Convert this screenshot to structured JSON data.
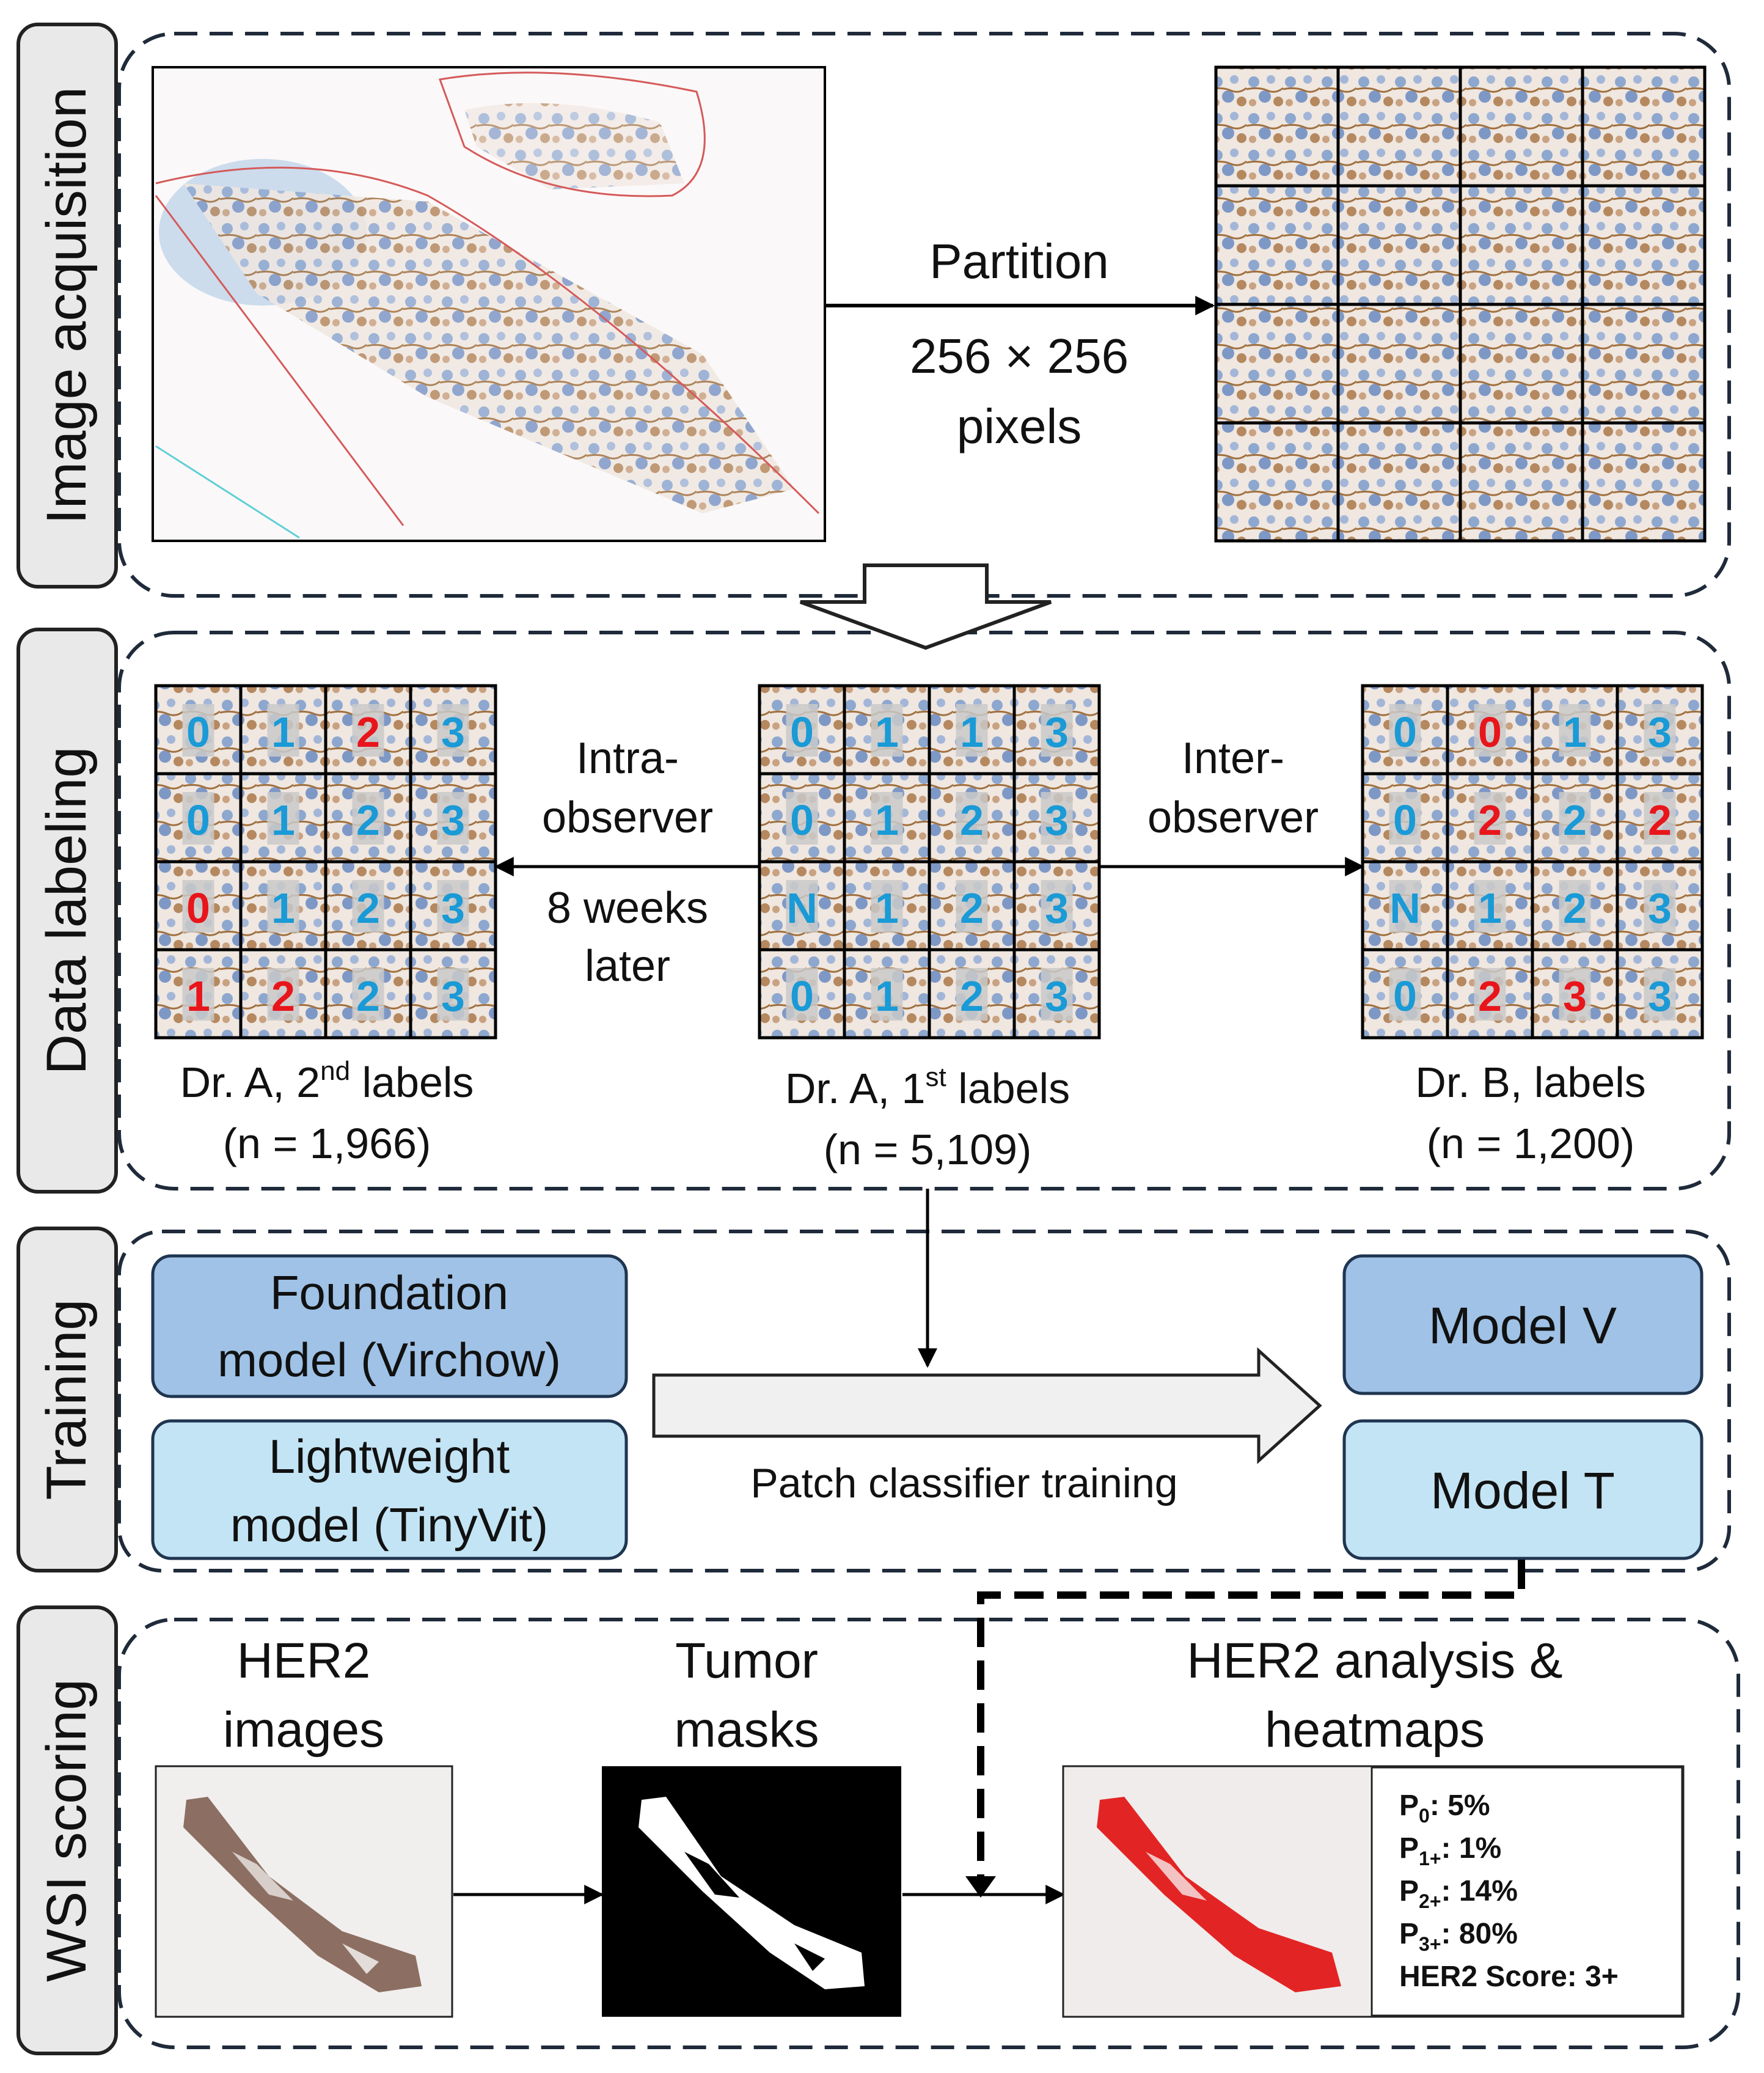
{
  "sections": {
    "acquisition": "Image acquisition",
    "labeling": "Data labeling",
    "training": "Training",
    "scoring": "WSI scoring"
  },
  "acquisition": {
    "partition_line1": "Partition",
    "partition_line2": "256 × 256",
    "partition_line3": "pixels"
  },
  "labeling": {
    "intra_line1": "Intra-",
    "intra_line2": "observer",
    "intra_line3": "8 weeks",
    "intra_line4": "later",
    "inter_line1": "Inter-",
    "inter_line2": "observer",
    "caption_left_a": "Dr. A, 2",
    "caption_left_sup": "nd",
    "caption_left_b": " labels",
    "count_left": "(n = 1,966)",
    "caption_mid_a": "Dr. A, 1",
    "caption_mid_sup": "st",
    "caption_mid_b": " labels",
    "count_mid": "(n = 5,109)",
    "caption_right": "Dr. B, labels",
    "count_right": "(n = 1,200)",
    "grid_left": [
      [
        "0",
        "1",
        "2",
        "3"
      ],
      [
        "0",
        "1",
        "2",
        "3"
      ],
      [
        "0",
        "1",
        "2",
        "3"
      ],
      [
        "1",
        "2",
        "2",
        "3"
      ]
    ],
    "grid_mid": [
      [
        "0",
        "1",
        "1",
        "3"
      ],
      [
        "0",
        "1",
        "2",
        "3"
      ],
      [
        "N",
        "1",
        "2",
        "3"
      ],
      [
        "0",
        "1",
        "2",
        "3"
      ]
    ],
    "grid_right": [
      [
        "0",
        "0",
        "1",
        "3"
      ],
      [
        "0",
        "2",
        "2",
        "2"
      ],
      [
        "N",
        "1",
        "2",
        "3"
      ],
      [
        "0",
        "2",
        "3",
        "3"
      ]
    ],
    "red_left": [
      [
        0,
        0,
        1,
        0
      ],
      [
        0,
        0,
        0,
        0
      ],
      [
        1,
        0,
        0,
        0
      ],
      [
        1,
        1,
        0,
        0
      ]
    ],
    "red_mid": [
      [
        0,
        0,
        0,
        0
      ],
      [
        0,
        0,
        0,
        0
      ],
      [
        0,
        0,
        0,
        0
      ],
      [
        0,
        0,
        0,
        0
      ]
    ],
    "red_right": [
      [
        0,
        1,
        0,
        0
      ],
      [
        0,
        1,
        0,
        1
      ],
      [
        0,
        0,
        0,
        0
      ],
      [
        0,
        1,
        1,
        0
      ]
    ]
  },
  "training": {
    "foundation_line1": "Foundation",
    "foundation_line2": "model (Virchow)",
    "light_line1": "Lightweight",
    "light_line2": "model (TinyVit)",
    "arrow_label": "Patch classifier training",
    "model_v": "Model V",
    "model_t": "Model T"
  },
  "scoring": {
    "her2_line1": "HER2",
    "her2_line2": "images",
    "tumor_line1": "Tumor",
    "tumor_line2": "masks",
    "analysis_line1": "HER2 analysis &",
    "analysis_line2": "heatmaps",
    "p0_label": "P",
    "p0_sub": "0",
    "p0_value": ": 5%",
    "p1_label": "P",
    "p1_sub": "1+",
    "p1_value": ": 1%",
    "p2_label": "P",
    "p2_sub": "2+",
    "p2_value": ": 14%",
    "p3_label": "P",
    "p3_sub": "3+",
    "p3_value": ": 80%",
    "score": "HER2 Score: 3+"
  },
  "colors": {
    "label_blue": "#1a9ad6",
    "label_red": "#e8151b",
    "foundation_fill": "#9fc2e6",
    "light_fill": "#c3e4f4",
    "dash": "#1f2a3a"
  }
}
